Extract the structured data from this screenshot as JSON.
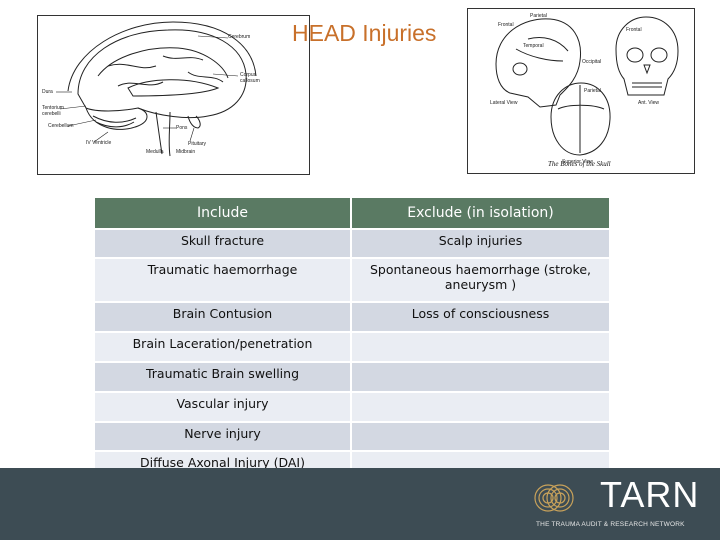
{
  "title": "HEAD Injuries",
  "brain_figure": {
    "labels": {
      "cerebrum": "Cerebrum",
      "corpus_callosum": "Corpus callosum",
      "dura": "Dura",
      "tentorium": "Tentorium cerebelli",
      "cerebellum": "Cerebellum",
      "pons": "Pons",
      "fourth_ventricle": "IV Ventricle",
      "pituitary": "Pituitary",
      "medulla": "Medulla",
      "midbrain": "Midbrain"
    }
  },
  "skull_figure": {
    "labels": {
      "parietal": "Parietal",
      "frontal_left": "Frontal",
      "frontal_right": "Frontal",
      "temporal": "Temporal",
      "occipital": "Occipital",
      "parietal_lower": "Parietal",
      "lateral_view": "Lateral View",
      "anterior_view": "Ant. View",
      "superior_view": "Superior View"
    },
    "caption": "The Bones of the Skull"
  },
  "table": {
    "headers": [
      "Include",
      "Exclude (in isolation)"
    ],
    "rows": [
      [
        "Skull fracture",
        "Scalp injuries"
      ],
      [
        "Traumatic haemorrhage",
        "Spontaneous haemorrhage (stroke, aneurysm )"
      ],
      [
        "Brain Contusion",
        "Loss of consciousness"
      ],
      [
        "Brain Laceration/penetration",
        ""
      ],
      [
        "Traumatic Brain swelling",
        ""
      ],
      [
        "Vascular injury",
        ""
      ],
      [
        "Nerve injury",
        ""
      ],
      [
        "Diffuse Axonal Injury (DAI)",
        ""
      ]
    ]
  },
  "footer": {
    "logo_text": "TARN",
    "tagline": "THE TRAUMA AUDIT & RESEARCH NETWORK",
    "background": "#3d4c54"
  },
  "colors": {
    "title": "#c8702a",
    "header_bg": "#5a7a63",
    "row_odd": "#d3d8e2",
    "row_even": "#eaedf3"
  }
}
